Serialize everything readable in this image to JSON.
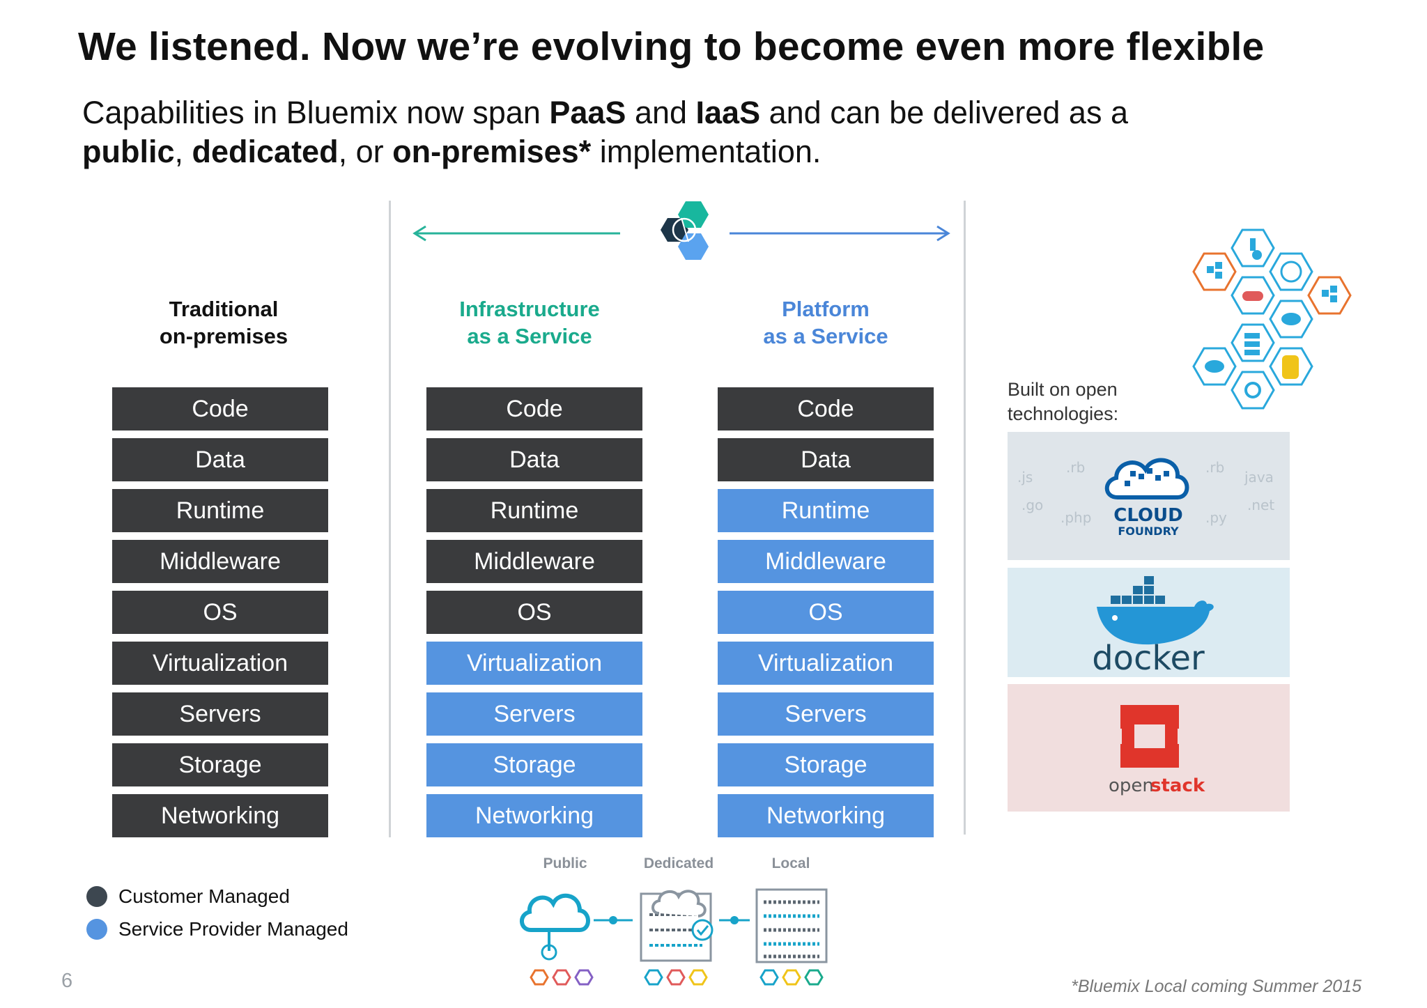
{
  "title": "We listened. Now we’re evolving to become even more flexible",
  "subtitle": {
    "line1_pre": "Capabilities in Bluemix now span ",
    "paas": "PaaS",
    "and1": " and ",
    "iaas": "IaaS",
    "line1_post": " and can be delivered as a",
    "public": "public",
    "comma": ", ",
    "dedicated": "dedicated",
    "or": ", or ",
    "onprem": "on-premises*",
    "line2_post": " implementation."
  },
  "columns": [
    {
      "heading_line1": "Traditional",
      "heading_line2": "on-premises",
      "heading_color": "#111111",
      "layers": [
        {
          "label": "Code",
          "managed": "customer"
        },
        {
          "label": "Data",
          "managed": "customer"
        },
        {
          "label": "Runtime",
          "managed": "customer"
        },
        {
          "label": "Middleware",
          "managed": "customer"
        },
        {
          "label": "OS",
          "managed": "customer"
        },
        {
          "label": "Virtualization",
          "managed": "customer"
        },
        {
          "label": "Servers",
          "managed": "customer"
        },
        {
          "label": "Storage",
          "managed": "customer"
        },
        {
          "label": "Networking",
          "managed": "customer"
        }
      ]
    },
    {
      "heading_line1": "Infrastructure",
      "heading_line2": "as a Service",
      "heading_color": "#1aaa8c",
      "layers": [
        {
          "label": "Code",
          "managed": "customer"
        },
        {
          "label": "Data",
          "managed": "customer"
        },
        {
          "label": "Runtime",
          "managed": "customer"
        },
        {
          "label": "Middleware",
          "managed": "customer"
        },
        {
          "label": "OS",
          "managed": "customer"
        },
        {
          "label": "Virtualization",
          "managed": "provider"
        },
        {
          "label": "Servers",
          "managed": "provider"
        },
        {
          "label": "Storage",
          "managed": "provider"
        },
        {
          "label": "Networking",
          "managed": "provider"
        }
      ]
    },
    {
      "heading_line1": "Platform",
      "heading_line2": "as a Service",
      "heading_color": "#4a86d8",
      "layers": [
        {
          "label": "Code",
          "managed": "customer"
        },
        {
          "label": "Data",
          "managed": "customer"
        },
        {
          "label": "Runtime",
          "managed": "provider"
        },
        {
          "label": "Middleware",
          "managed": "provider"
        },
        {
          "label": "OS",
          "managed": "provider"
        },
        {
          "label": "Virtualization",
          "managed": "provider"
        },
        {
          "label": "Servers",
          "managed": "provider"
        },
        {
          "label": "Storage",
          "managed": "provider"
        },
        {
          "label": "Networking",
          "managed": "provider"
        }
      ]
    }
  ],
  "legend": {
    "customer": {
      "label": "Customer Managed",
      "color": "#3d4750"
    },
    "provider": {
      "label": "Service Provider Managed",
      "color": "#5594e0"
    }
  },
  "deployment": {
    "public": "Public",
    "dedicated": "Dedicated",
    "local": "Local"
  },
  "built_on": "Built on open technologies:",
  "technologies": {
    "cloudfoundry_line1": "CLOUD",
    "cloudfoundry_line2": "FOUNDRY",
    "docker": "docker",
    "openstack_open": "open",
    "openstack_stack": "stack",
    "languages": [
      ".js",
      ".rb",
      ".go",
      ".php",
      ".rb",
      ".py",
      "java",
      ".net"
    ]
  },
  "page_number": "6",
  "footnote": "*Bluemix Local coming Summer 2015",
  "colors": {
    "dark_layer": "#3a3b3d",
    "blue_layer": "#5594e0",
    "teal": "#1aaa8c",
    "arrow_left": "#27b39a",
    "arrow_right": "#4a86d8"
  }
}
